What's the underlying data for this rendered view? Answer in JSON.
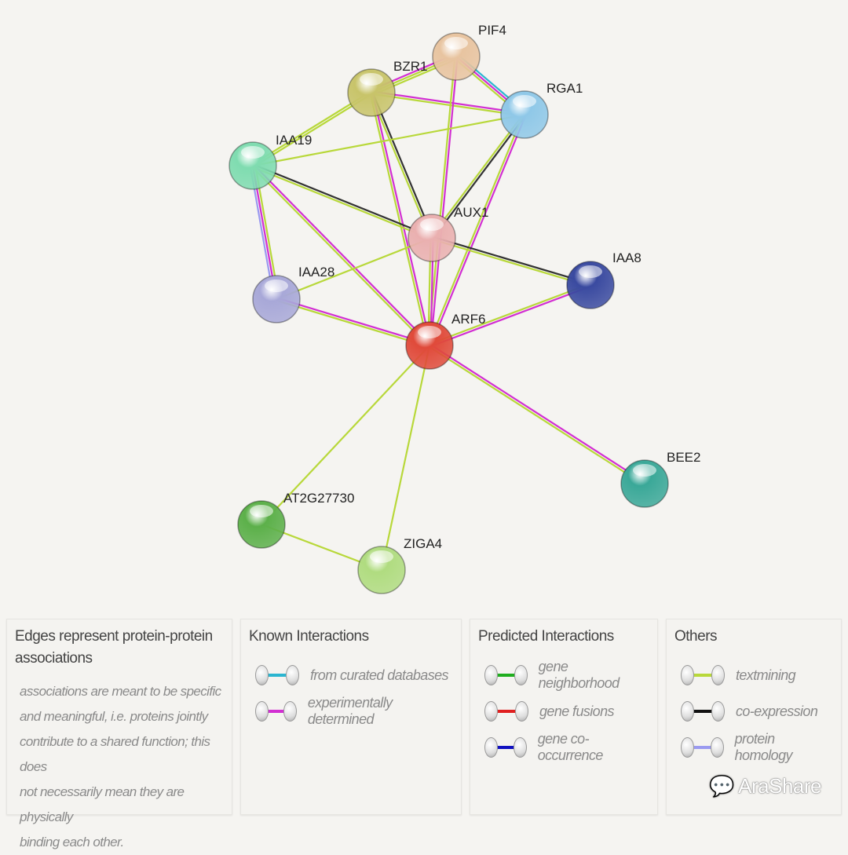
{
  "network": {
    "nodes": [
      {
        "id": "PIF4",
        "label": "PIF4",
        "color": "#e8c4a0"
      },
      {
        "id": "BZR1",
        "label": "BZR1",
        "color": "#c8c46a"
      },
      {
        "id": "RGA1",
        "label": "RGA1",
        "color": "#8fc8e8"
      },
      {
        "id": "IAA19",
        "label": "IAA19",
        "color": "#7fdcb0"
      },
      {
        "id": "AUX1",
        "label": "AUX1",
        "color": "#eab0b0"
      },
      {
        "id": "IAA28",
        "label": "IAA28",
        "color": "#a8a8d8"
      },
      {
        "id": "IAA8",
        "label": "IAA8",
        "color": "#3a4aa0"
      },
      {
        "id": "ARF6",
        "label": "ARF6",
        "color": "#e04a3a"
      },
      {
        "id": "BEE2",
        "label": "BEE2",
        "color": "#3aa898"
      },
      {
        "id": "AT2G27730",
        "label": "AT2G27730",
        "color": "#5cb04a"
      },
      {
        "id": "ZIGA4",
        "label": "ZIGA4",
        "color": "#b0dc80"
      }
    ],
    "edge_colors": {
      "database": "#2bb5d0",
      "experimental": "#d22fd2",
      "textmining": "#b8d83a",
      "coexpression": "#333333",
      "homology": "#9a9af0"
    },
    "edges": [
      {
        "a": "BZR1",
        "b": "PIF4",
        "types": [
          "experimental",
          "textmining",
          "textmining"
        ]
      },
      {
        "a": "BZR1",
        "b": "RGA1",
        "types": [
          "experimental",
          "textmining"
        ]
      },
      {
        "a": "BZR1",
        "b": "IAA19",
        "types": [
          "textmining",
          "textmining"
        ]
      },
      {
        "a": "BZR1",
        "b": "AUX1",
        "types": [
          "coexpression",
          "textmining"
        ]
      },
      {
        "a": "BZR1",
        "b": "ARF6",
        "types": [
          "experimental",
          "textmining"
        ]
      },
      {
        "a": "PIF4",
        "b": "RGA1",
        "types": [
          "database",
          "experimental",
          "textmining"
        ]
      },
      {
        "a": "PIF4",
        "b": "ARF6",
        "types": [
          "experimental",
          "textmining"
        ]
      },
      {
        "a": "RGA1",
        "b": "IAA19",
        "types": [
          "textmining"
        ]
      },
      {
        "a": "RGA1",
        "b": "AUX1",
        "types": [
          "coexpression",
          "textmining"
        ]
      },
      {
        "a": "RGA1",
        "b": "ARF6",
        "types": [
          "experimental",
          "textmining"
        ]
      },
      {
        "a": "IAA19",
        "b": "AUX1",
        "types": [
          "coexpression",
          "textmining"
        ]
      },
      {
        "a": "IAA19",
        "b": "IAA28",
        "types": [
          "textmining",
          "experimental",
          "homology"
        ]
      },
      {
        "a": "IAA19",
        "b": "ARF6",
        "types": [
          "experimental",
          "textmining"
        ]
      },
      {
        "a": "AUX1",
        "b": "IAA28",
        "types": [
          "textmining"
        ]
      },
      {
        "a": "AUX1",
        "b": "IAA8",
        "types": [
          "coexpression",
          "textmining"
        ]
      },
      {
        "a": "AUX1",
        "b": "ARF6",
        "types": [
          "experimental",
          "textmining"
        ]
      },
      {
        "a": "IAA28",
        "b": "ARF6",
        "types": [
          "experimental",
          "textmining"
        ]
      },
      {
        "a": "IAA8",
        "b": "ARF6",
        "types": [
          "experimental",
          "textmining"
        ]
      },
      {
        "a": "ARF6",
        "b": "BEE2",
        "types": [
          "experimental",
          "textmining"
        ]
      },
      {
        "a": "ARF6",
        "b": "AT2G27730",
        "types": [
          "textmining"
        ]
      },
      {
        "a": "ARF6",
        "b": "ZIGA4",
        "types": [
          "textmining"
        ]
      },
      {
        "a": "AT2G27730",
        "b": "ZIGA4",
        "types": [
          "textmining"
        ]
      }
    ]
  },
  "legend": {
    "description": {
      "title": "Edges represent protein-protein associations",
      "lines": [
        "associations are meant to be specific",
        "and meaningful, i.e. proteins jointly",
        "contribute to a shared function; this does",
        "not necessarily mean they are physically",
        "binding each other."
      ]
    },
    "known": {
      "title": "Known Interactions",
      "items": [
        {
          "label": "from curated databases",
          "color": "#2bb5d0"
        },
        {
          "label": "experimentally determined",
          "color": "#d22fd2"
        }
      ]
    },
    "predicted": {
      "title": "Predicted Interactions",
      "items": [
        {
          "label": "gene neighborhood",
          "color": "#1fae1f"
        },
        {
          "label": "gene fusions",
          "color": "#e02020"
        },
        {
          "label": "gene co-occurrence",
          "color": "#1010c0"
        }
      ]
    },
    "others": {
      "title": "Others",
      "items": [
        {
          "label": "textmining",
          "color": "#b8d83a"
        },
        {
          "label": "co-expression",
          "color": "#111111"
        },
        {
          "label": "protein homology",
          "color": "#9a9af0"
        }
      ]
    }
  },
  "watermark": "AraShare"
}
